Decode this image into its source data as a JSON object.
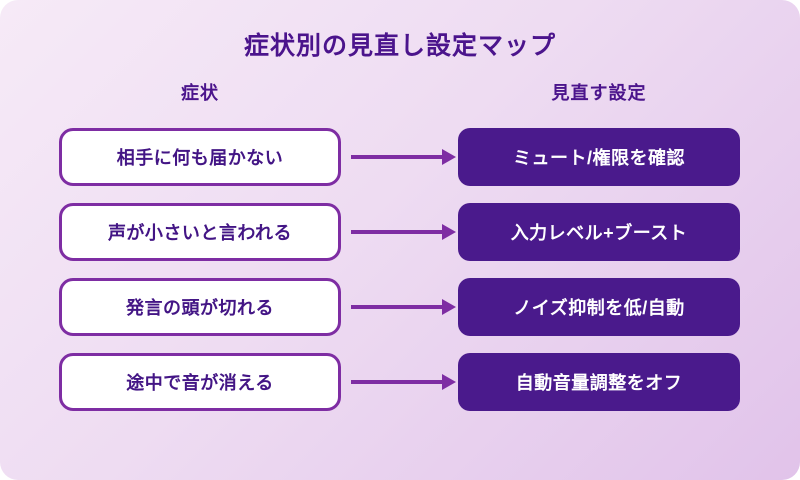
{
  "title": "症状別の見直し設定マップ",
  "columns": {
    "left": "症状",
    "right": "見直す設定"
  },
  "rows": [
    {
      "symptom": "相手に何も届かない",
      "setting": "ミュート/権限を確認"
    },
    {
      "symptom": "声が小さいと言われる",
      "setting": "入力レベル+ブースト"
    },
    {
      "symptom": "発言の頭が切れる",
      "setting": "ノイズ抑制を低/自動"
    },
    {
      "symptom": "途中で音が消える",
      "setting": "自動音量調整をオフ"
    }
  ],
  "colors": {
    "card_gradient_start": "#f6eaf7",
    "card_gradient_end": "#e1c3ea",
    "heading_text": "#4b148c",
    "symptom_box_border": "#7e2da3",
    "symptom_box_bg": "#ffffff",
    "symptom_text": "#431585",
    "arrow": "#7e2da3",
    "setting_box_bg": "#4a1a8c",
    "setting_text": "#ffffff"
  }
}
